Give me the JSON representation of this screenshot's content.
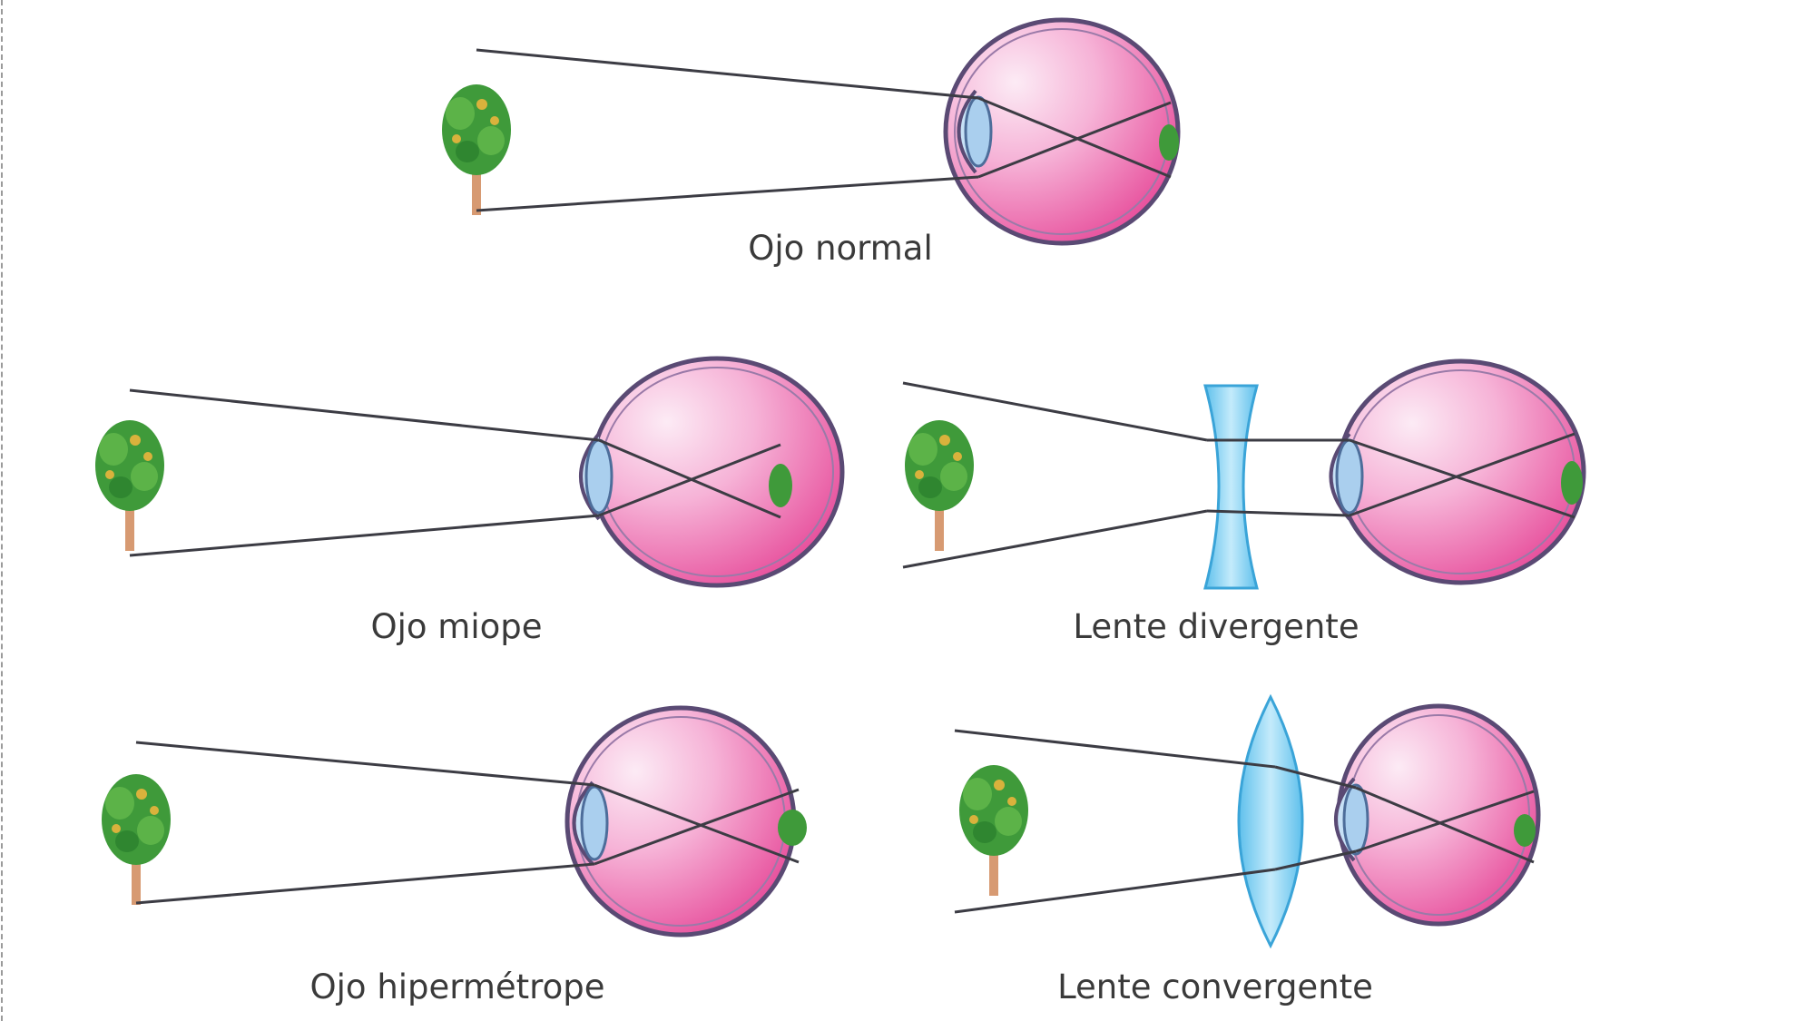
{
  "labels": {
    "normal": "Ojo normal",
    "myopic": "Ojo miope",
    "diverging_lens": "Lente divergente",
    "hyperopic": "Ojo hipermétrope",
    "converging_lens": "Lente convergente"
  },
  "colors": {
    "ray": "#3c3c44",
    "eyeball_fill": "#ee6fb4",
    "eyeball_light": "#fbe6f2",
    "eyeball_outline": "#5a4a74",
    "cornea": "#aacfee",
    "lens_blue": "#7fcff0",
    "tree_foliage": "#3f9a3a",
    "tree_trunk": "#d79a72"
  },
  "icons": {
    "tree": "tree-icon",
    "eye": "eyeball-icon",
    "diverging_lens": "concave-lens-icon",
    "converging_lens": "convex-lens-icon"
  }
}
